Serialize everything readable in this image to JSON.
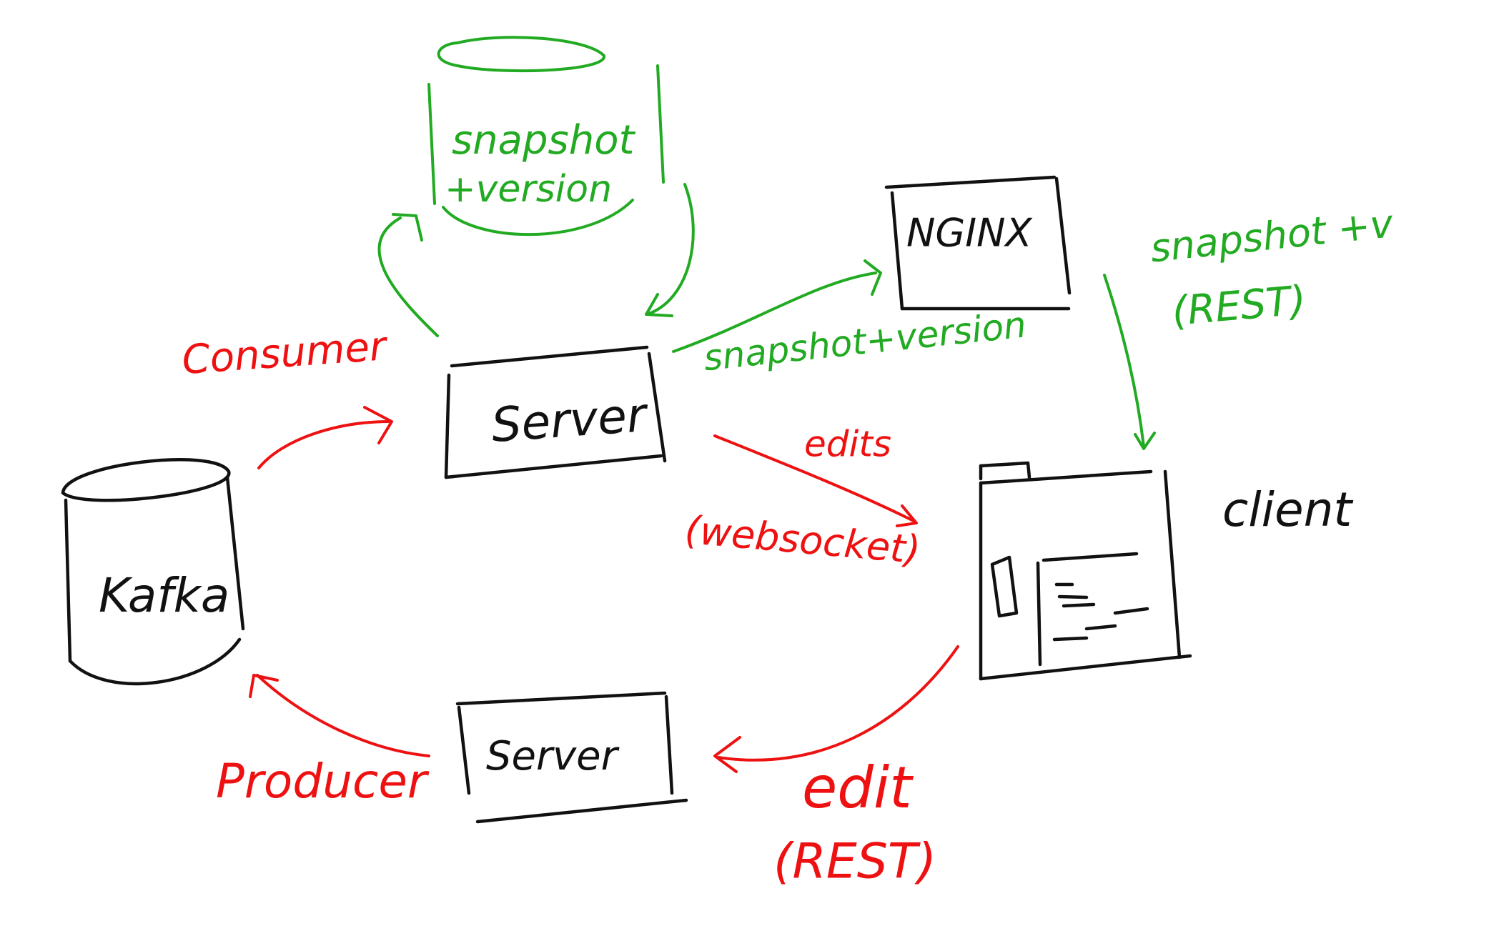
{
  "colors": {
    "ink": "#111111",
    "green": "#22aa22",
    "red": "#ee1111"
  },
  "nodes": {
    "snapshot_db": "snapshot\n+version",
    "nginx": "NGINX",
    "server_top": "Server",
    "kafka": "Kafka",
    "client": "client",
    "server_bottom": "Server"
  },
  "edges": {
    "consumer": "Consumer",
    "snapshot_version_to_nginx": "snapshot+version",
    "snapshot_rest_1": "snapshot +v",
    "snapshot_rest_2": "(REST)",
    "edits_1": "edits",
    "edits_2": "(websocket)",
    "edit_1": "edit",
    "edit_2": "(REST)",
    "producer": "Producer"
  }
}
